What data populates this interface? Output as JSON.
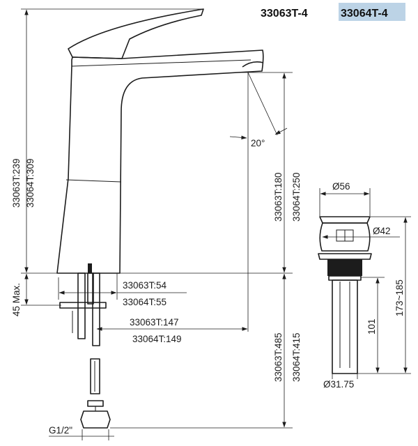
{
  "header": {
    "model_a": "33063T-4",
    "model_b": "33064T-4",
    "highlight_color": "#bcd3e6"
  },
  "dimensions": {
    "total_height_a": "33063T:239",
    "total_height_b": "33064T:309",
    "spout_height_a": "33063T:180",
    "spout_height_b": "33064T:250",
    "angle": "20°",
    "deck_thickness": "45 Max.",
    "base_width_a": "33063T:54",
    "base_width_b": "33064T:55",
    "reach_a": "33063T:147",
    "reach_b": "33064T:149",
    "hose_length_a": "33063T:485",
    "hose_length_b": "33064T:415",
    "thread": "G1/2\""
  },
  "drain": {
    "top_diameter": "Ø56",
    "body_diameter": "Ø42",
    "pipe_diameter": "Ø31.75",
    "tail_length": "101",
    "total_range": "173~185"
  }
}
